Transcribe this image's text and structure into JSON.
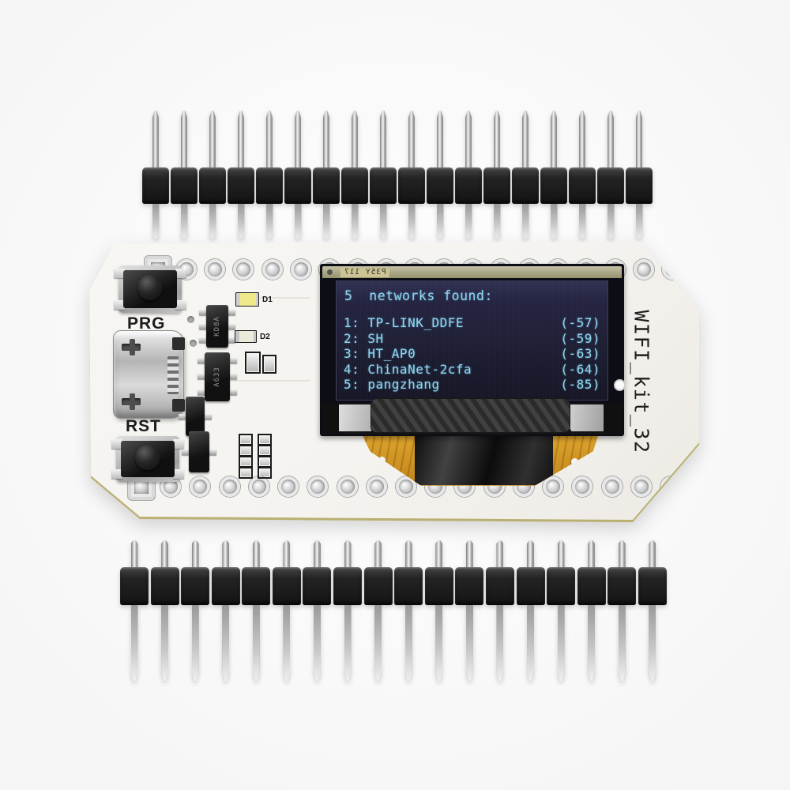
{
  "photo": {
    "background": "#f5f5f5"
  },
  "top_header": {
    "pin_count": 18
  },
  "bottom_header": {
    "pin_count": 18
  },
  "board": {
    "hole_count_top": 19,
    "hole_count_bottom": 19,
    "labels": {
      "prg": "PRG",
      "rst": "RST",
      "board_name": "WIFI_kit_32",
      "led1": "D1",
      "led2": "D2"
    },
    "chip_markings": {
      "q1": "KD8A",
      "q2": "A633"
    },
    "colors": {
      "pcb": "#f5f3ef",
      "edge": "#b3a75e"
    }
  },
  "oled": {
    "sticker_label": "P35Y 117",
    "colors": {
      "screen_bg": "#1e1e34",
      "text": "#8cd6f0",
      "bezel": "#0d0d16"
    },
    "title": "5  networks found:",
    "networks": [
      {
        "index": "1:",
        "ssid": "TP-LINK_DDFE",
        "rssi": "(-57)"
      },
      {
        "index": "2:",
        "ssid": "SH",
        "rssi": "(-59)"
      },
      {
        "index": "3:",
        "ssid": "HT_AP0",
        "rssi": "(-63)"
      },
      {
        "index": "4:",
        "ssid": "ChinaNet-2cfa",
        "rssi": "(-64)"
      },
      {
        "index": "5:",
        "ssid": "pangzhang",
        "rssi": "(-85)"
      }
    ]
  }
}
